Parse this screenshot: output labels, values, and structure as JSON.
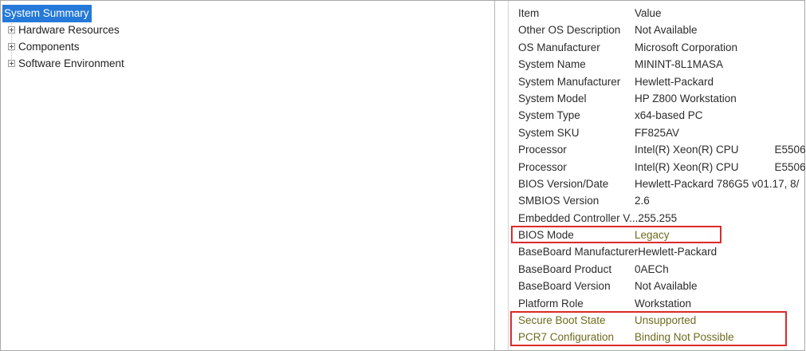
{
  "tree": {
    "items": [
      {
        "label": "System Summary",
        "selected": true,
        "expandable": false
      },
      {
        "label": "Hardware Resources",
        "selected": false,
        "expandable": true
      },
      {
        "label": "Components",
        "selected": false,
        "expandable": true
      },
      {
        "label": "Software Environment",
        "selected": false,
        "expandable": true
      }
    ]
  },
  "details": {
    "columns": {
      "item": "Item",
      "value": "Value"
    },
    "rows": [
      {
        "item": "Other OS Description",
        "value": "Not Available",
        "emphasis": "none"
      },
      {
        "item": "OS Manufacturer",
        "value": "Microsoft Corporation",
        "emphasis": "none"
      },
      {
        "item": "System Name",
        "value": "MININT-8L1MASA",
        "emphasis": "none"
      },
      {
        "item": "System Manufacturer",
        "value": "Hewlett-Packard",
        "emphasis": "none"
      },
      {
        "item": "System Model",
        "value": "HP Z800 Workstation",
        "emphasis": "none"
      },
      {
        "item": "System Type",
        "value": "x64-based PC",
        "emphasis": "none"
      },
      {
        "item": "System SKU",
        "value": "FF825AV",
        "emphasis": "none"
      },
      {
        "item": "Processor",
        "value": "Intel(R) Xeon(R) CPU            E5506",
        "emphasis": "none"
      },
      {
        "item": "Processor",
        "value": "Intel(R) Xeon(R) CPU            E5506",
        "emphasis": "none"
      },
      {
        "item": "BIOS Version/Date",
        "value": "Hewlett-Packard 786G5 v01.17, 8/",
        "emphasis": "none"
      },
      {
        "item": "SMBIOS Version",
        "value": "2.6",
        "emphasis": "none"
      },
      {
        "item": "Embedded Controller V...",
        "value": "255.255",
        "emphasis": "none"
      },
      {
        "item": "BIOS Mode",
        "value": "Legacy",
        "emphasis": "value"
      },
      {
        "item": "BaseBoard Manufacturer",
        "value": "Hewlett-Packard",
        "emphasis": "none"
      },
      {
        "item": "BaseBoard Product",
        "value": "0AECh",
        "emphasis": "none"
      },
      {
        "item": "BaseBoard Version",
        "value": "Not Available",
        "emphasis": "none"
      },
      {
        "item": "Platform Role",
        "value": "Workstation",
        "emphasis": "none"
      },
      {
        "item": "Secure Boot State",
        "value": "Unsupported",
        "emphasis": "row"
      },
      {
        "item": "PCR7 Configuration",
        "value": "Binding Not Possible",
        "emphasis": "row"
      }
    ]
  },
  "annotations": {
    "highlight_box_color": "#dc2a2a",
    "highlighted_text_color": "#6e6b1e",
    "selection_color": "#2579d8"
  }
}
